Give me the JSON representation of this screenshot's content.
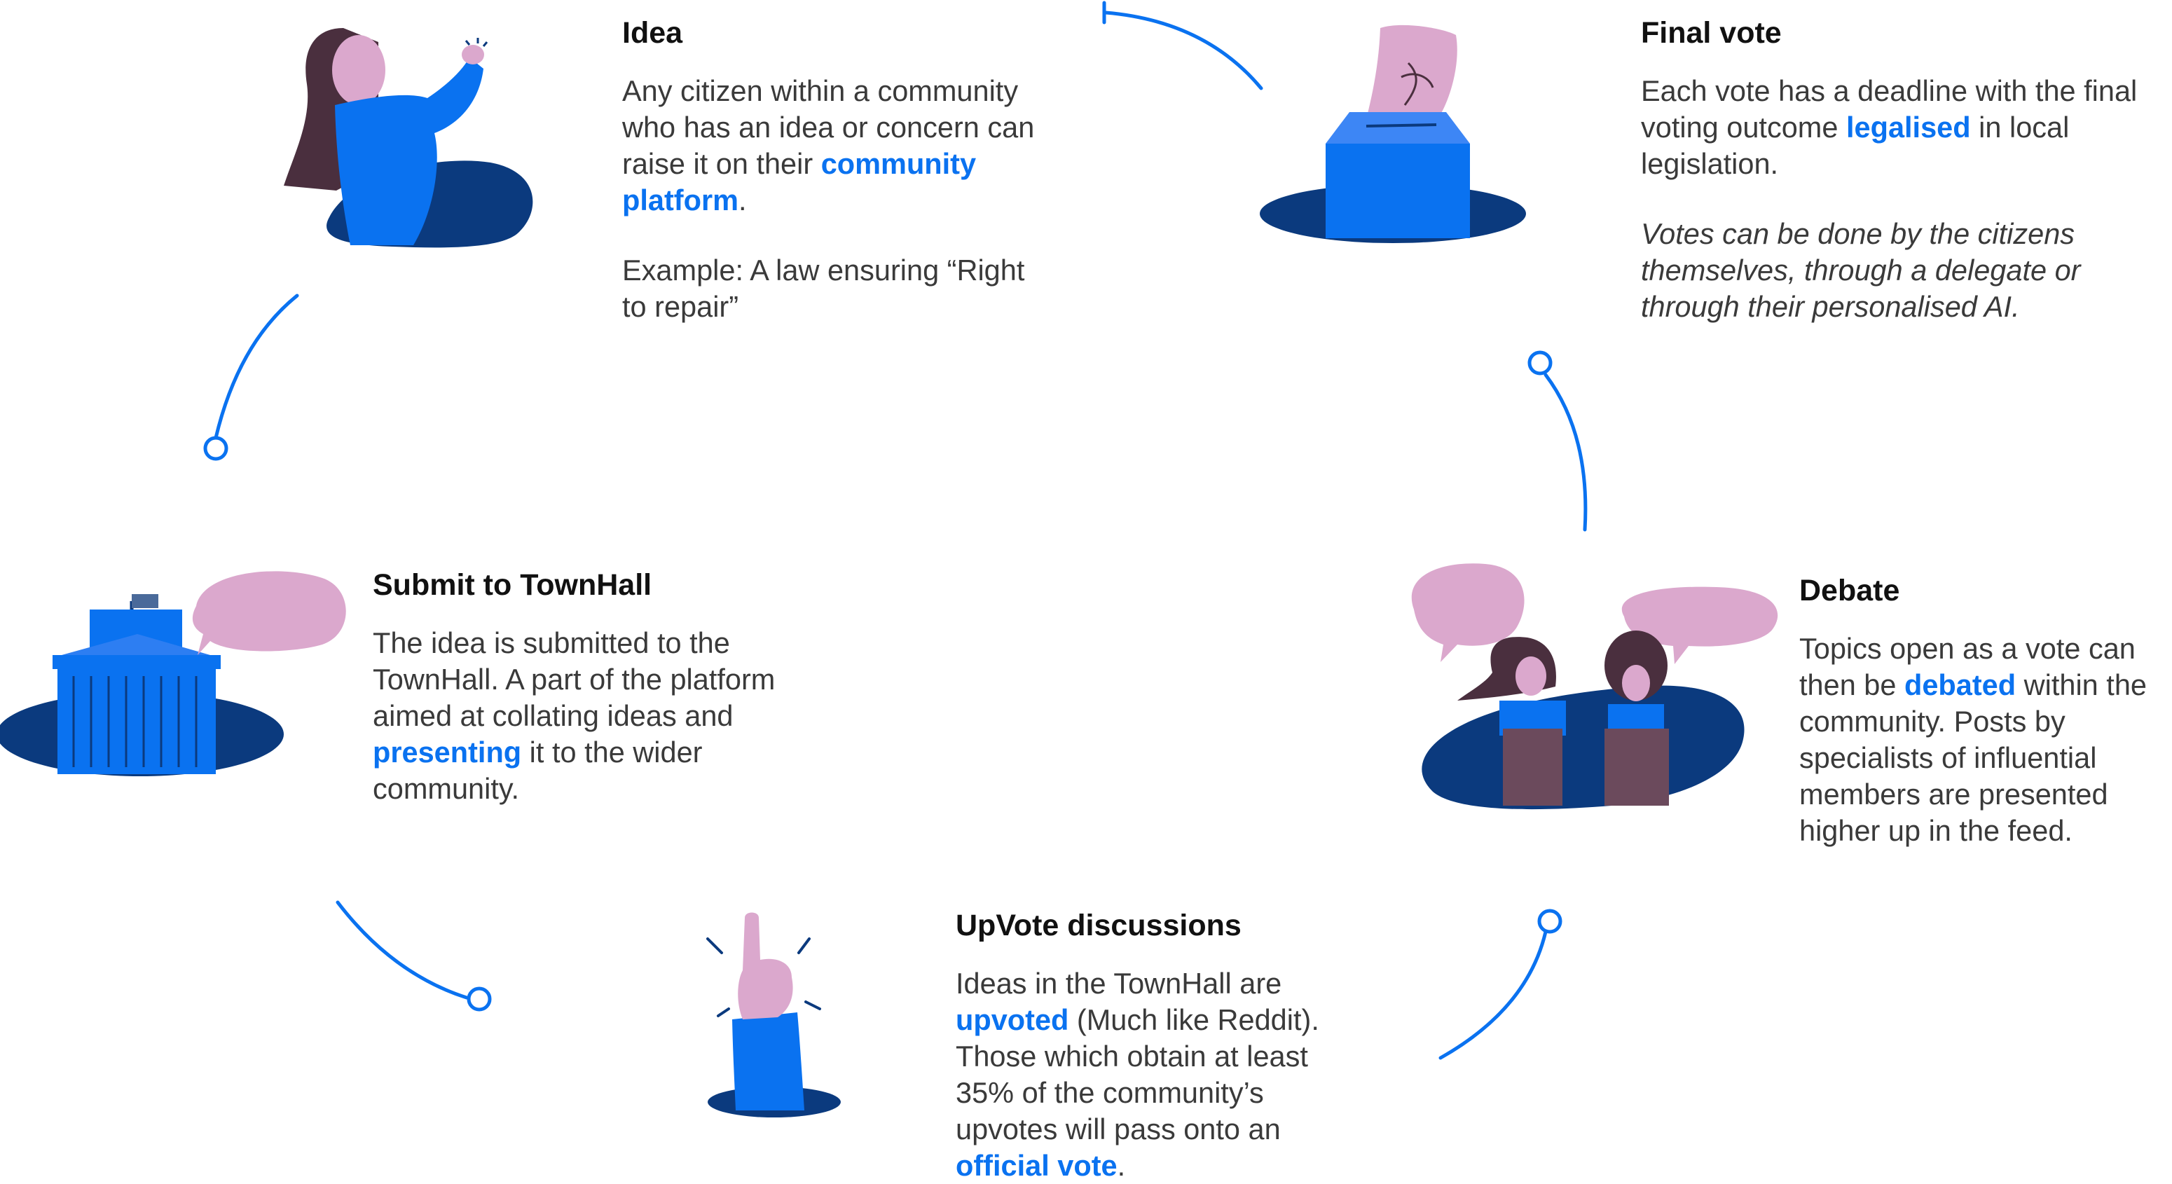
{
  "colors": {
    "accent": "#0a72f0",
    "navy": "#0b3a7e",
    "pink": "#dba8cd",
    "hair": "#4a2f3e",
    "podium": "#6b4a5c"
  },
  "steps": {
    "idea": {
      "title": "Idea",
      "p1_before": "Any citizen within a community who has an idea or concern can raise it on their ",
      "p1_em": "community platform",
      "p1_after": ".",
      "p2": "Example: A law ensuring “Right to repair”"
    },
    "final_vote": {
      "title": "Final vote",
      "p1_before": "Each vote has a deadline with the final voting outcome ",
      "p1_em": "legalised",
      "p1_after": " in local legislation.",
      "p2": "Votes can be done by the citizens themselves, through a delegate or through their personalised AI."
    },
    "submit": {
      "title": "Submit to TownHall",
      "p1_before": "The idea is submitted to the TownHall. A part of the platform aimed at collating ideas and ",
      "p1_em": "presenting",
      "p1_after": " it to the wider community."
    },
    "debate": {
      "title": "Debate",
      "p1_before": "Topics open as a vote can then be ",
      "p1_em": "debated",
      "p1_after": " within the community. Posts by specialists of influential members are presented higher up in the feed."
    },
    "upvote": {
      "title": "UpVote discussions",
      "p1_before": "Ideas in the TownHall are ",
      "p1_em": "upvoted",
      "p1_after": " (Much like Reddit). Those which obtain at least 35% of the community’s upvotes will pass onto an ",
      "p1_em2": "official vote",
      "p1_end": "."
    }
  }
}
